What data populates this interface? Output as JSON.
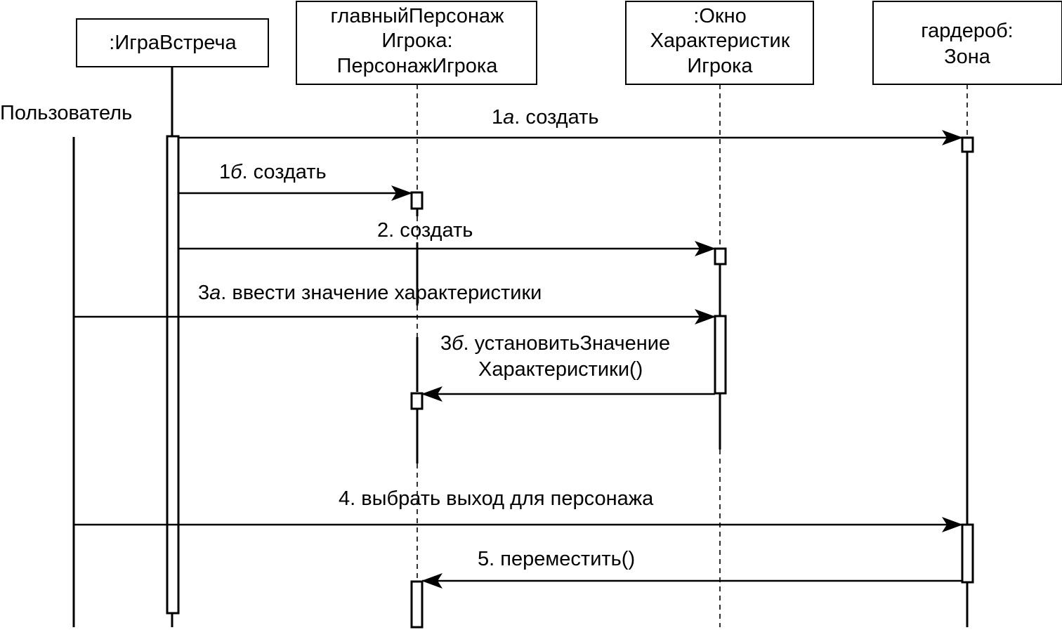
{
  "actor": {
    "name": "Пользователь"
  },
  "objects": [
    {
      "id": "game",
      "lines": [
        ":ИграВстреча"
      ]
    },
    {
      "id": "hero",
      "lines": [
        "главныйПерсонаж",
        "Игрока:",
        "ПерсонажИгрока"
      ]
    },
    {
      "id": "window",
      "lines": [
        ":Окно",
        "Характеристик",
        "Игрока"
      ]
    },
    {
      "id": "wardrobe",
      "lines": [
        "гардероб:",
        "Зона"
      ]
    }
  ],
  "messages": [
    {
      "id": "m1a",
      "num": "1",
      "suffix": "а",
      "text": ". создать"
    },
    {
      "id": "m1b",
      "num": "1",
      "suffix": "б",
      "text": ". создать"
    },
    {
      "id": "m2",
      "num": "2",
      "suffix": "",
      "text": ". создать"
    },
    {
      "id": "m3a",
      "num": "3",
      "suffix": "а",
      "text": ". ввести значение характеристики"
    },
    {
      "id": "m3b",
      "num": "3",
      "suffix": "б",
      "text": ". установитьЗначение",
      "line2": "Характеристики()"
    },
    {
      "id": "m4",
      "num": "4",
      "suffix": "",
      "text": ". выбрать выход для персонажа"
    },
    {
      "id": "m5",
      "num": "5",
      "suffix": "",
      "text": ". переместить()"
    }
  ]
}
